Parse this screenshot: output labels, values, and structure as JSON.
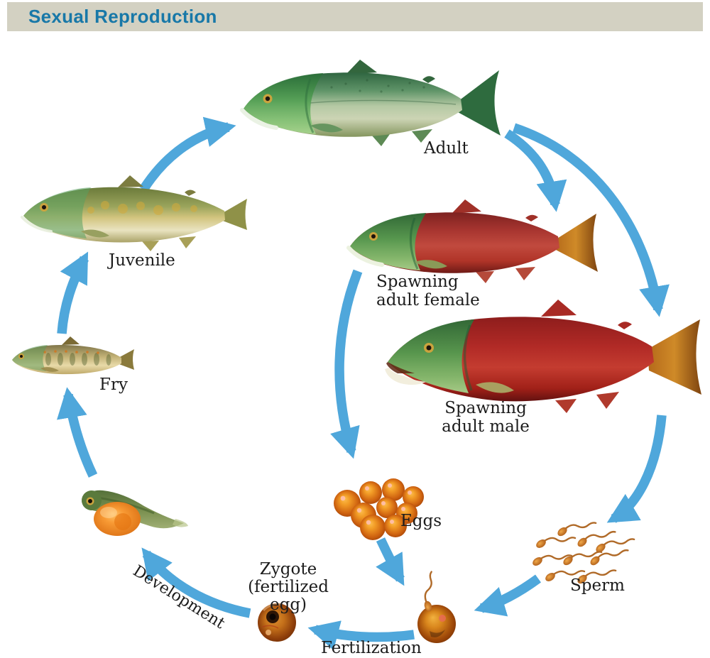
{
  "header": {
    "title": "Sexual Reproduction"
  },
  "stages": {
    "adult": {
      "label": "Adult"
    },
    "spawning_female": {
      "label": "Spawning\nadult female"
    },
    "spawning_male": {
      "label": "Spawning\nadult male"
    },
    "eggs": {
      "label": "Eggs"
    },
    "sperm": {
      "label": "Sperm"
    },
    "fertilization": {
      "label": "Fertilization"
    },
    "zygote": {
      "label": "Zygote\n(fertilized egg)"
    },
    "fry": {
      "label": "Fry"
    },
    "juvenile": {
      "label": "Juvenile"
    }
  },
  "process_labels": {
    "development": "Development"
  },
  "colors": {
    "arrow_blue": "#4FA7DB",
    "header_background": "#D3D1C2",
    "header_text": "#1878A8",
    "label_text": "#1C1C1C",
    "egg_orange": "#F29C26",
    "adult_green": "#5F9468",
    "spawning_red": "#B12A26"
  }
}
